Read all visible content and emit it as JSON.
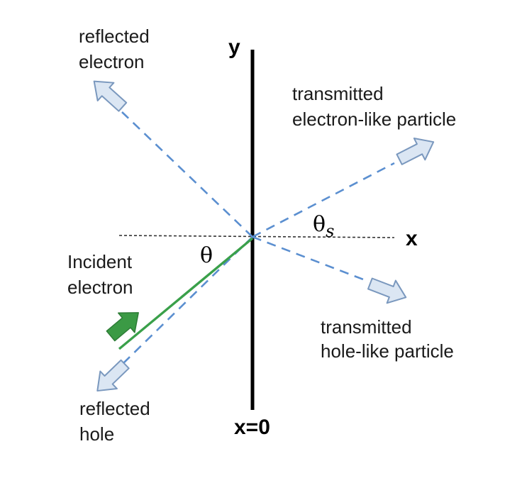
{
  "axes": {
    "y_label": "y",
    "x_label": "x",
    "boundary_label": "x=0"
  },
  "angles": {
    "incident": "θ",
    "transmitted_symbol": "θ",
    "transmitted_subscript": "s"
  },
  "labels": {
    "reflected_electron": [
      "reflected",
      "electron"
    ],
    "transmitted_electron": [
      "transmitted",
      "electron-like particle"
    ],
    "incident_electron": [
      "Incident",
      "electron"
    ],
    "transmitted_hole": [
      "transmitted",
      "hole-like particle"
    ],
    "reflected_hole": [
      "reflected",
      "hole"
    ]
  },
  "colors": {
    "outgoing_path": "#5b8fd0",
    "outgoing_arrow_fill": "#dbe6f3",
    "outgoing_arrow_stroke": "#7a98be",
    "incident_path": "#3aa04a",
    "incident_arrow_fill": "#3b9a45",
    "boundary": "#000000",
    "x_axis": "#333333"
  }
}
